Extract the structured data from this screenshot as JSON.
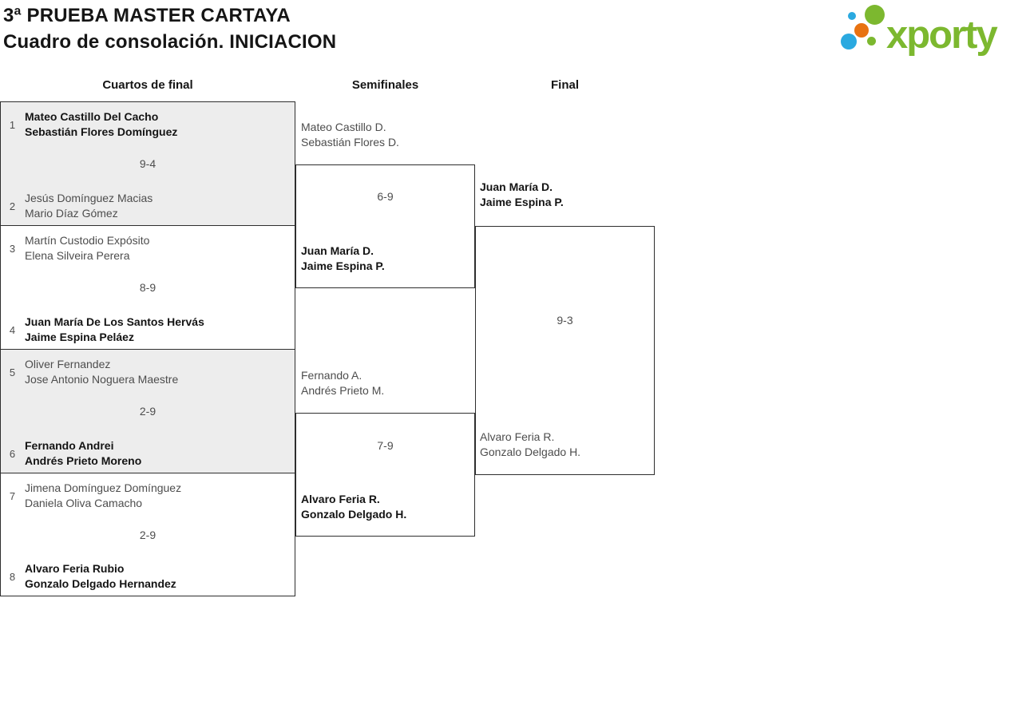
{
  "header": {
    "title_line1": "3ª PRUEBA MASTER CARTAYA",
    "title_line2": "Cuadro de consolación. INICIACION"
  },
  "logo": {
    "wordmark": "xporty",
    "colors": {
      "green": "#7cb82f",
      "blue": "#2aa9e0",
      "orange": "#e87211"
    }
  },
  "round_headers": {
    "quarterfinals": "Cuartos de final",
    "semifinals": "Semifinales",
    "final": "Final"
  },
  "colors": {
    "border": "#2e2e2e",
    "shaded_match_bg": "#ededed",
    "text_regular": "#4d4d4d",
    "text_winner": "#141414"
  },
  "bracket": {
    "quarterfinals": [
      {
        "top": {
          "seed": "1",
          "players": [
            "Mateo Castillo Del Cacho",
            "Sebastián Flores Domínguez"
          ],
          "winner": true
        },
        "score": "9-4",
        "bottom": {
          "seed": "2",
          "players": [
            "Jesús Domínguez Macias",
            "Mario Díaz Gómez"
          ],
          "winner": false
        }
      },
      {
        "top": {
          "seed": "3",
          "players": [
            "Martín Custodio Expósito",
            "Elena Silveira Perera"
          ],
          "winner": false
        },
        "score": "8-9",
        "bottom": {
          "seed": "4",
          "players": [
            "Juan María De Los Santos Hervás",
            "Jaime Espina Peláez"
          ],
          "winner": true
        }
      },
      {
        "top": {
          "seed": "5",
          "players": [
            "Oliver Fernandez",
            "Jose Antonio Noguera Maestre"
          ],
          "winner": false
        },
        "score": "2-9",
        "bottom": {
          "seed": "6",
          "players": [
            "Fernando Andrei",
            "Andrés Prieto Moreno"
          ],
          "winner": true
        }
      },
      {
        "top": {
          "seed": "7",
          "players": [
            "Jimena Domínguez Domínguez",
            "Daniela Oliva Camacho"
          ],
          "winner": false
        },
        "score": "2-9",
        "bottom": {
          "seed": "8",
          "players": [
            "Alvaro Feria Rubio",
            "Gonzalo Delgado Hernandez"
          ],
          "winner": true
        }
      }
    ],
    "semifinals": [
      {
        "top": {
          "players": [
            "Mateo Castillo D.",
            "Sebastián Flores D."
          ],
          "winner": false
        },
        "score": "6-9",
        "bottom": {
          "players": [
            "Juan María D.",
            "Jaime Espina P."
          ],
          "winner": true
        }
      },
      {
        "top": {
          "players": [
            "Fernando A.",
            "Andrés Prieto M."
          ],
          "winner": false
        },
        "score": "7-9",
        "bottom": {
          "players": [
            "Alvaro Feria R.",
            "Gonzalo Delgado H."
          ],
          "winner": true
        }
      }
    ],
    "final": {
      "top": {
        "players": [
          "Juan María D.",
          "Jaime Espina P."
        ],
        "winner": true
      },
      "score": "9-3",
      "bottom": {
        "players": [
          "Alvaro Feria R.",
          "Gonzalo Delgado H."
        ],
        "winner": false
      }
    }
  }
}
